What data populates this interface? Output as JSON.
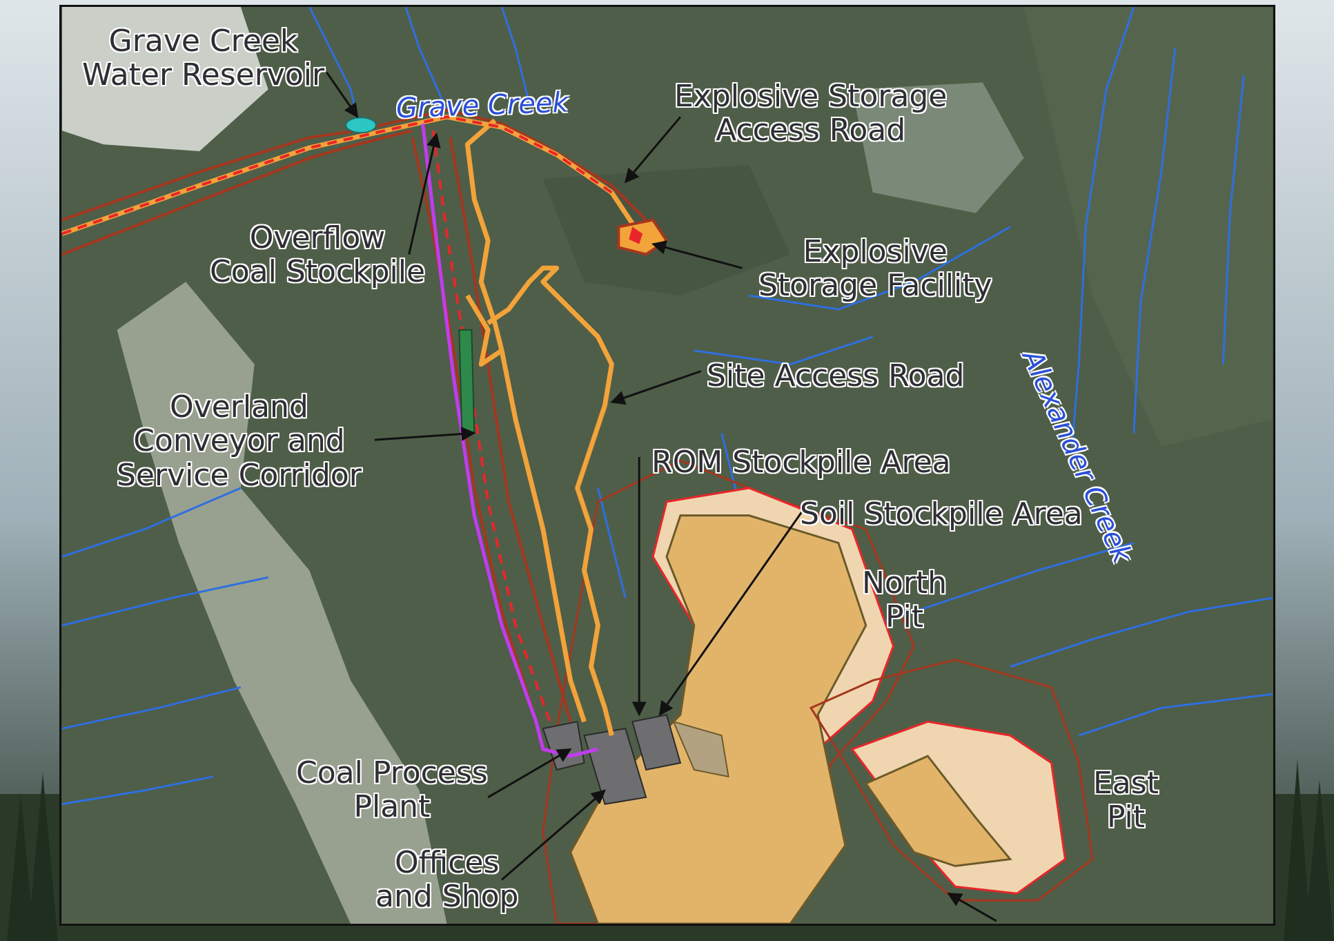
{
  "labels": {
    "grave_creek_reservoir": [
      "Grave Creek",
      "Water Reservoir"
    ],
    "explosive_storage_road": [
      "Explosive Storage",
      "Access Road"
    ],
    "overflow_stockpile": [
      "Overflow",
      "Coal Stockpile"
    ],
    "explosive_storage_facility": [
      "Explosive",
      "Storage Facility"
    ],
    "site_access_road": "Site Access Road",
    "overland_conveyor": [
      "Overland",
      "Conveyor and",
      "Service Corridor"
    ],
    "rom_stockpile": "ROM Stockpile Area",
    "soil_stockpile": "Soil Stockpile Area",
    "north_pit": [
      "North",
      "Pit"
    ],
    "coal_process_plant": [
      "Coal Process",
      "Plant"
    ],
    "offices_shop": [
      "Offices",
      "and Shop"
    ],
    "east_pit": [
      "East",
      "Pit"
    ]
  },
  "streams": {
    "grave_creek": "Grave Creek",
    "alexander_creek": "Alexander Creek"
  },
  "colors": {
    "terrain": "#4f5e48",
    "road": "#f2a33a",
    "road_outline": "#a5361e",
    "conveyor": "#c23cf0",
    "dashed_line": "#e8262a",
    "stream": "#2e6fe0",
    "pit_fill": "#e2b46a",
    "pit_light": "#f0d6b0",
    "facility": "#6e6e70",
    "reservoir": "#2cc7c2"
  }
}
